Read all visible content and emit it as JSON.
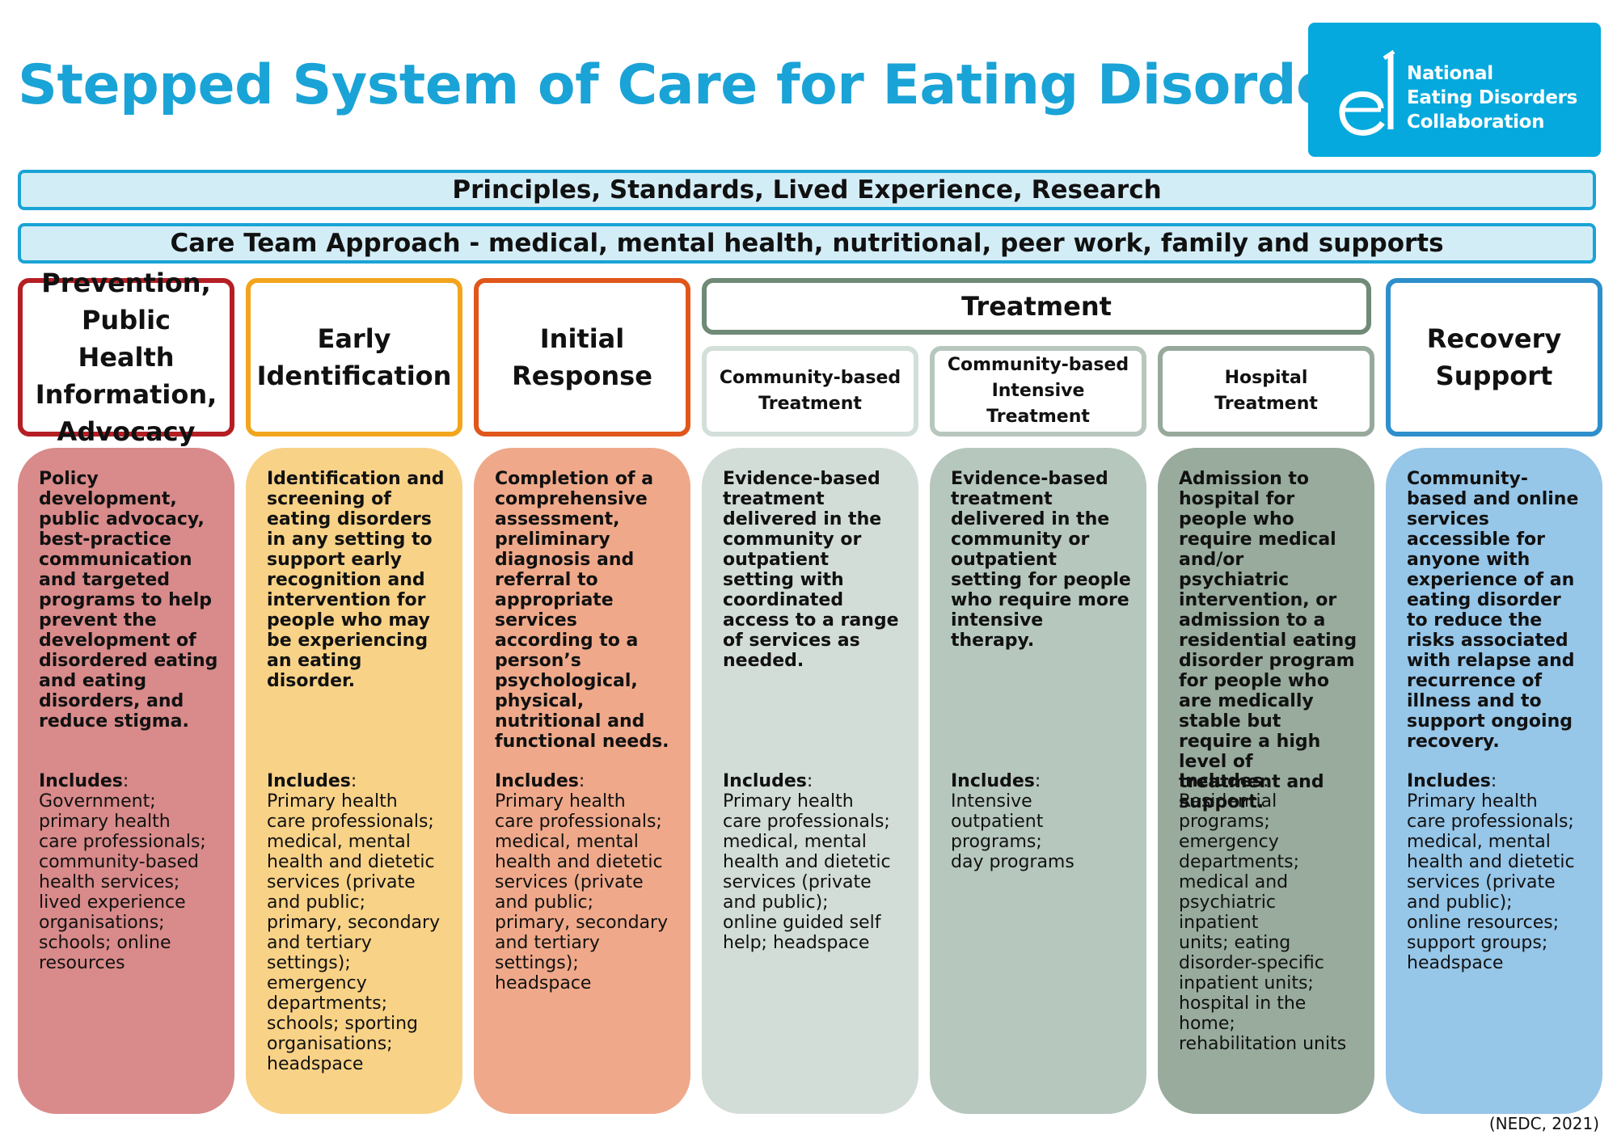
{
  "title": "Stepped System of Care for Eating Disorders",
  "logo": {
    "line1": "National",
    "line2": "Eating Disorders",
    "line3": "Collaboration"
  },
  "banners": {
    "principles": "Principles, Standards, Lived Experience, Research",
    "care_team": "Care Team Approach - medical, mental health, nutritional, peer work, family and supports"
  },
  "headers": {
    "prevention": "Prevention, Public Health Information, Advocacy",
    "early": "Early Identification",
    "initial": "Initial Response",
    "treatment": "Treatment",
    "community": "Community-based Treatment",
    "intensive": "Community-based Intensive Treatment",
    "hospital": "Hospital Treatment",
    "recovery": "Recovery Support"
  },
  "includes_label": "Includes",
  "cards": [
    {
      "desc": "Policy development, public advocacy, best-practice communication and targeted programs to help prevent the development of disordered eating and eating disorders, and reduce stigma.",
      "includes": "Government;\nprimary health\ncare professionals;\ncommunity-based\nhealth services;\nlived experience\norganisations;\nschools; online\nresources"
    },
    {
      "desc": "Identification and screening of eating disorders in any setting to support early recognition and intervention for people who may be experiencing an eating disorder.",
      "includes": "Primary health\ncare professionals;\nmedical, mental\nhealth and dietetic\nservices (private\nand public;\nprimary, secondary\nand tertiary\nsettings);\nemergency\ndepartments;\nschools; sporting\norganisations;\nheadspace"
    },
    {
      "desc": "Completion of a comprehensive assessment, preliminary diagnosis and referral to appropriate services according to a person’s psychological, physical, nutritional and functional needs.",
      "includes": "Primary health\ncare professionals;\nmedical, mental\nhealth and dietetic\nservices (private\nand public;\nprimary, secondary\nand tertiary\nsettings);\nheadspace"
    },
    {
      "desc": "Evidence-based treatment delivered in the community or outpatient setting with coordinated access to a range of services as needed.",
      "includes": "Primary health\ncare professionals;\nmedical, mental\nhealth and dietetic\nservices (private\nand public);\nonline guided self\nhelp; headspace"
    },
    {
      "desc": "Evidence-based treatment delivered in the community or outpatient setting for people who require more intensive therapy.",
      "includes": "Intensive\noutpatient\nprograms;\nday programs"
    },
    {
      "desc": "Admission to hospital for people who require medical and/or psychiatric intervention, or admission to a residential eating disorder program for people who are medically stable but require a high level of treatment and support.",
      "includes": "Residential\nprograms;\nemergency\ndepartments;\nmedical and\npsychiatric inpatient\nunits; eating\ndisorder-specific\ninpatient units;\nhospital in the\nhome;\nrehabilitation units"
    },
    {
      "desc": "Community-based and online services accessible for anyone with experience of an eating disorder to reduce the risks associated with relapse and recurrence of illness and to support ongoing recovery.",
      "includes": "Primary health\ncare professionals;\nmedical, mental\nhealth and dietetic\nservices (private\nand public);\nonline resources;\nsupport groups;\nheadspace"
    }
  ],
  "colors": {
    "title": "#1aa3d6",
    "prevention_border": "#b51f24",
    "prevention_fill": "#d98a8a",
    "early_border": "#f2a51c",
    "early_fill": "#f8d287",
    "initial_border": "#e0561b",
    "initial_fill": "#efa98a",
    "treatment_border": "#6f8a77",
    "community_border": "#d3dfd9",
    "community_fill": "#d3ddd8",
    "intensive_border": "#b7c7be",
    "intensive_fill": "#b6c7be",
    "hospital_border": "#97a99b",
    "hospital_fill": "#98ab9d",
    "recovery_border": "#2e8fcb",
    "recovery_fill": "#96c6e8"
  },
  "source": "(NEDC, 2021)"
}
